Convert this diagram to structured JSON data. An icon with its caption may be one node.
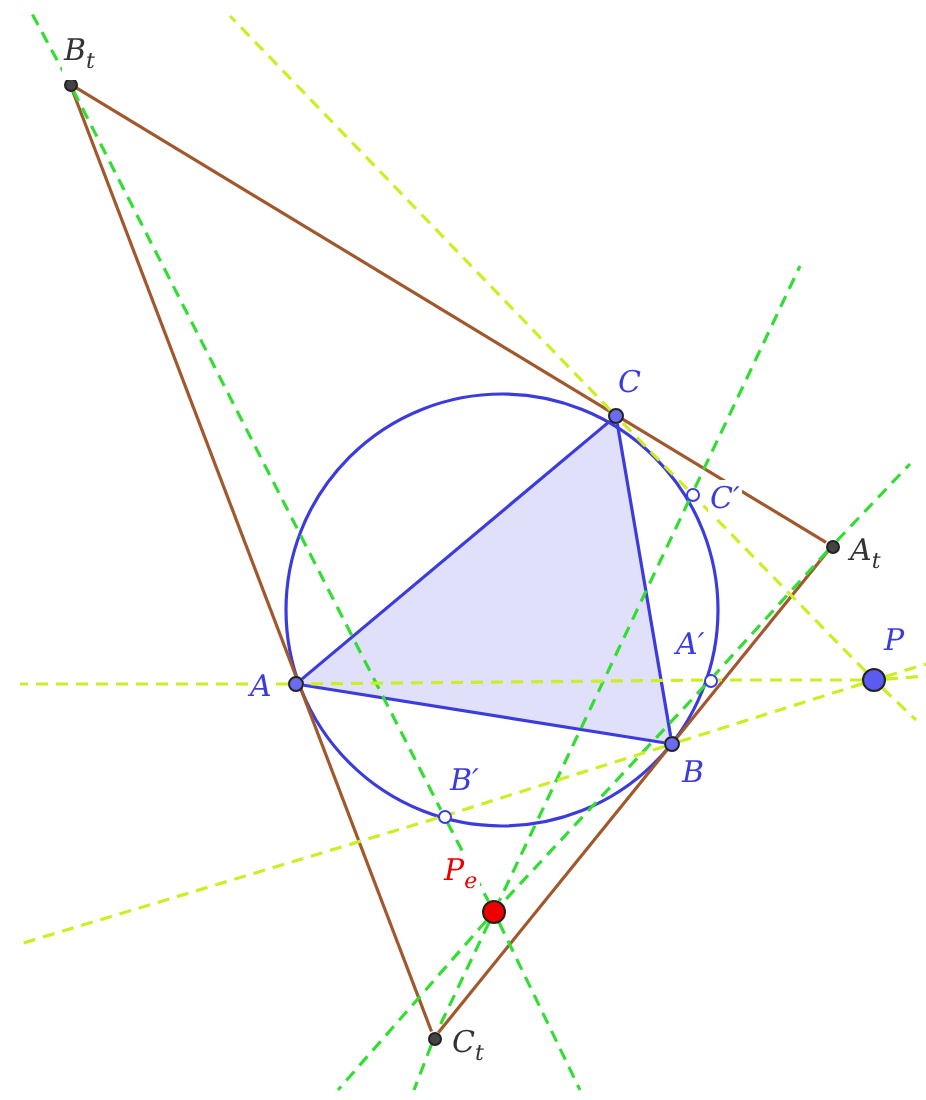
{
  "diagram": {
    "nodes": [
      {
        "text": [
          "B$_{t}$"
        ]
      },
      {
        "text": [
          "C"
        ]
      },
      {
        "text": [
          "C′"
        ]
      },
      {
        "text": [
          "A$_{t}$"
        ]
      },
      {
        "text": [
          "A"
        ]
      },
      {
        "text": [
          "A′"
        ]
      },
      {
        "text": [
          "P"
        ]
      },
      {
        "text": [
          "B"
        ]
      },
      {
        "text": [
          "B′"
        ]
      },
      {
        "text": [
          "P$_{e}$"
        ]
      },
      {
        "text": [
          "C$_{t}$"
        ]
      }
    ],
    "edges": [
      {
        "from": 4,
        "to": 7,
        "arrow": "none",
        "color": "#3c3cdc"
      },
      {
        "from": 7,
        "to": 1,
        "arrow": "none",
        "color": "#3c3cdc"
      },
      {
        "from": 1,
        "to": 4,
        "arrow": "none",
        "color": "#3c3cdc"
      },
      {
        "from": 0,
        "to": 3,
        "arrow": "none",
        "color": "#a0582c"
      },
      {
        "from": 3,
        "to": 10,
        "arrow": "none",
        "color": "#a0582c"
      },
      {
        "from": 10,
        "to": 0,
        "arrow": "none",
        "color": "#a0582c"
      },
      {
        "from": 0,
        "to": 8,
        "arrow": "none",
        "style": "dashed",
        "color": "#33dd33"
      },
      {
        "from": 8,
        "to": 9,
        "arrow": "none",
        "style": "dashed",
        "color": "#33dd33"
      },
      {
        "from": 3,
        "to": 5,
        "arrow": "none",
        "style": "dashed",
        "color": "#33dd33"
      },
      {
        "from": 5,
        "to": 9,
        "arrow": "none",
        "style": "dashed",
        "color": "#33dd33"
      },
      {
        "from": 2,
        "to": 9,
        "arrow": "none",
        "style": "dashed",
        "color": "#33dd33"
      },
      {
        "from": 9,
        "to": 10,
        "arrow": "none",
        "style": "dashed",
        "color": "#33dd33"
      },
      {
        "from": 6,
        "to": 5,
        "arrow": "none",
        "style": "dashed",
        "color": "#ccee22"
      },
      {
        "from": 5,
        "to": 4,
        "arrow": "none",
        "style": "dashed",
        "color": "#ccee22"
      },
      {
        "from": 6,
        "to": 7,
        "arrow": "none",
        "style": "dashed",
        "color": "#ccee22"
      },
      {
        "from": 7,
        "to": 8,
        "arrow": "none",
        "style": "dashed",
        "color": "#ccee22"
      },
      {
        "from": 6,
        "to": 2,
        "arrow": "none",
        "style": "dashed",
        "color": "#ccee22"
      },
      {
        "from": 2,
        "to": 1,
        "arrow": "none",
        "style": "dashed",
        "color": "#ccee22"
      },
      {
        "from": 0,
        "to": null,
        "arrow": "none",
        "style": "dashed",
        "color": "#33dd33"
      },
      {
        "from": 9,
        "to": null,
        "arrow": "none",
        "style": "dashed",
        "color": "#33dd33"
      },
      {
        "from": 3,
        "to": null,
        "arrow": "none",
        "style": "dashed",
        "color": "#33dd33"
      },
      {
        "from": 9,
        "to": null,
        "arrow": "none",
        "style": "dashed",
        "color": "#33dd33"
      },
      {
        "from": 2,
        "to": null,
        "arrow": "none",
        "style": "dashed",
        "color": "#33dd33"
      },
      {
        "from": 10,
        "to": null,
        "arrow": "none",
        "style": "dashed",
        "color": "#33dd33"
      },
      {
        "from": 4,
        "to": null,
        "arrow": "none",
        "style": "dashed",
        "color": "#ccee22"
      },
      {
        "from": 6,
        "to": null,
        "arrow": "none",
        "style": "dashed",
        "color": "#ccee22"
      },
      {
        "from": 8,
        "to": null,
        "arrow": "none",
        "style": "dashed",
        "color": "#ccee22"
      },
      {
        "from": 6,
        "to": null,
        "arrow": "none",
        "style": "dashed",
        "color": "#ccee22"
      },
      {
        "from": 1,
        "to": null,
        "arrow": "none",
        "style": "dashed",
        "color": "#ccee22"
      },
      {
        "from": 6,
        "to": null,
        "arrow": "none",
        "style": "dashed",
        "color": "#ccee22"
      }
    ]
  }
}
